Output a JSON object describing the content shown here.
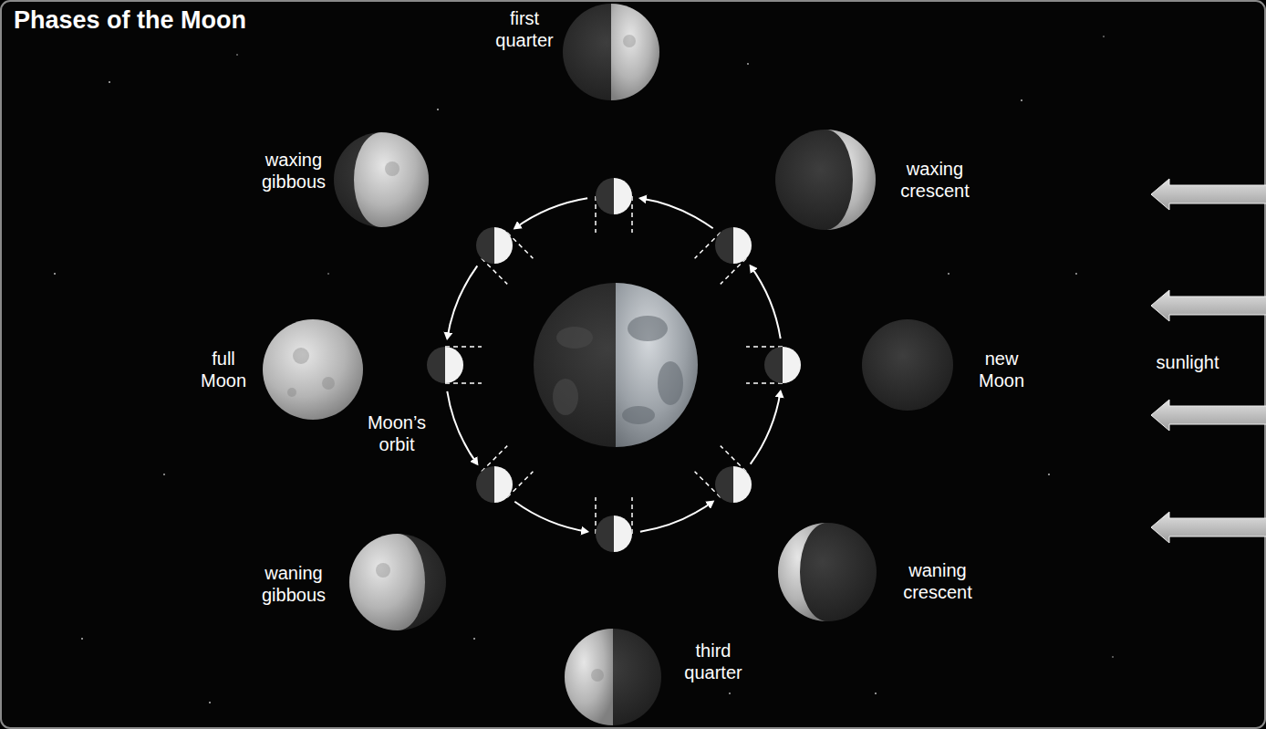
{
  "diagram": {
    "title": "Phases of the Moon",
    "labels": [
      "first quarter",
      "waxing crescent",
      "waxing gibbous",
      "full Moon",
      "new Moon",
      "sunlight",
      "Moon’s orbit",
      "waning gibbous",
      "waning crescent",
      "third quarter"
    ]
  }
}
